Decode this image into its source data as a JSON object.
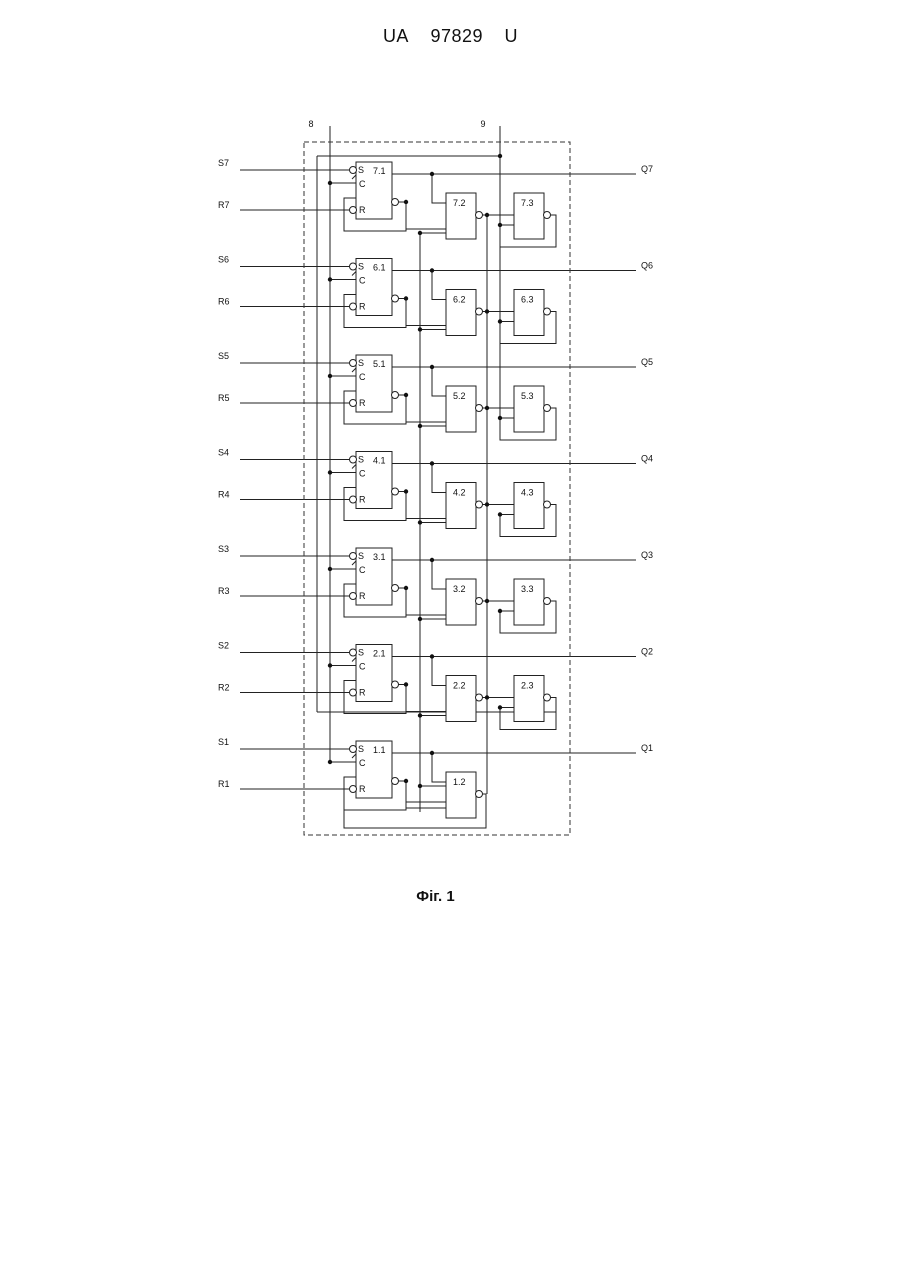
{
  "header": {
    "country": "UA",
    "number": "97829",
    "kind": "U"
  },
  "caption": "Фіг. 1",
  "diagram": {
    "bus_labels": [
      "8",
      "9"
    ],
    "stages": [
      {
        "s": "S7",
        "r": "R7",
        "q": "Q7",
        "b1": "7.1",
        "b2": "7.2",
        "b3": "7.3"
      },
      {
        "s": "S6",
        "r": "R6",
        "q": "Q6",
        "b1": "6.1",
        "b2": "6.2",
        "b3": "6.3"
      },
      {
        "s": "S5",
        "r": "R5",
        "q": "Q5",
        "b1": "5.1",
        "b2": "5.2",
        "b3": "5.3"
      },
      {
        "s": "S4",
        "r": "R4",
        "q": "Q4",
        "b1": "4.1",
        "b2": "4.2",
        "b3": "4.3"
      },
      {
        "s": "S3",
        "r": "R3",
        "q": "Q3",
        "b1": "3.1",
        "b2": "3.2",
        "b3": "3.3"
      },
      {
        "s": "S2",
        "r": "R2",
        "q": "Q2",
        "b1": "2.1",
        "b2": "2.2",
        "b3": "2.3"
      },
      {
        "s": "S1",
        "r": "R1",
        "q": "Q1",
        "b1": "1.1",
        "b2": "1.2",
        "b3": ""
      }
    ],
    "pin_labels": {
      "set": "S",
      "clock": "C",
      "reset": "R"
    }
  }
}
